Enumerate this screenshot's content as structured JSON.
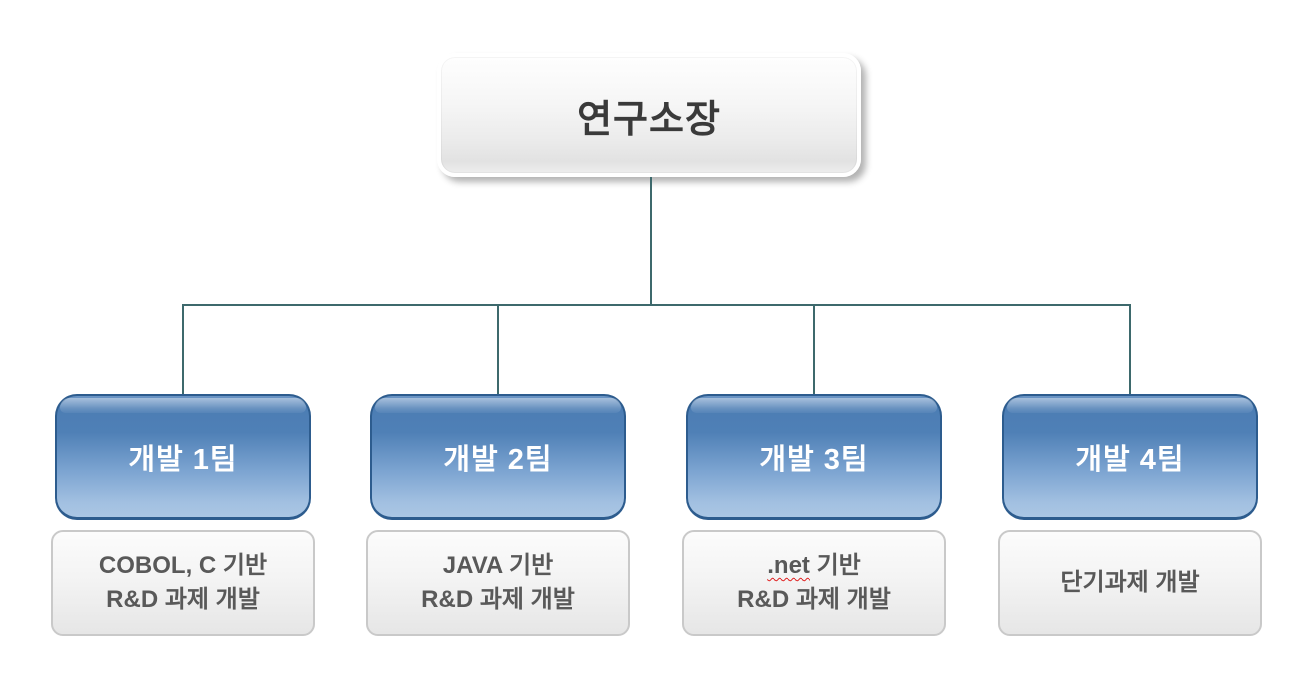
{
  "org_chart": {
    "root": {
      "label": "연구소장"
    },
    "teams": [
      {
        "name": "개발 1팀",
        "desc_line1": "COBOL, C 기반",
        "desc_line2": "R&D 과제 개발"
      },
      {
        "name": "개발 2팀",
        "desc_line1": "JAVA 기반",
        "desc_line2": "R&D 과제 개발"
      },
      {
        "name": "개발 3팀",
        "desc_line1_flagged": ".net",
        "desc_line1_rest": " 기반",
        "desc_line2": "R&D 과제 개발"
      },
      {
        "name": "개발 4팀",
        "desc_line1": "단기과제 개발"
      }
    ],
    "colors": {
      "connector_line": "#3d696c",
      "team_box_border": "#2d5c8e",
      "team_box_fill_top": "#4c7db4",
      "team_box_fill_bottom": "#aac6e4",
      "team_box_text": "#ffffff",
      "desc_box_border": "#c9c9c9",
      "desc_box_text": "#595959",
      "root_box_text": "#3a3a3a",
      "spellcheck_squiggle": "#e01e1e"
    }
  }
}
